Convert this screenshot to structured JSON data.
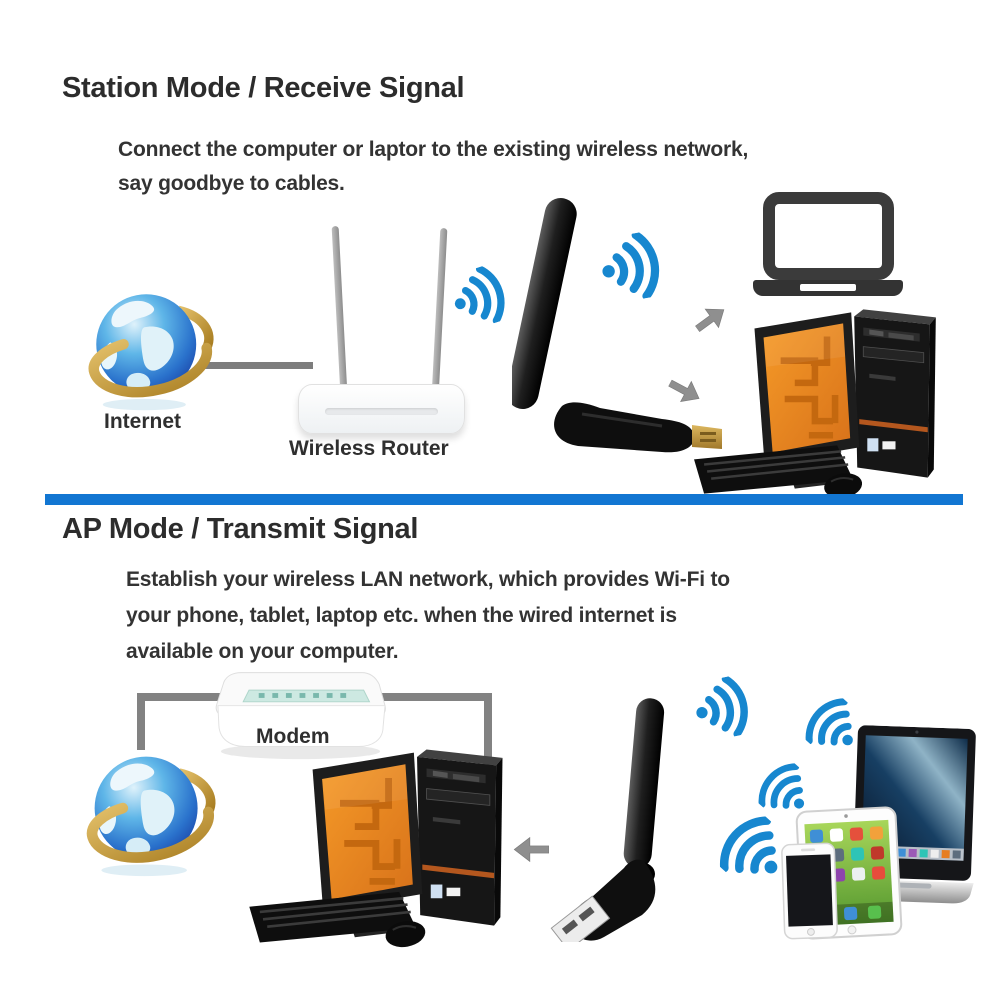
{
  "page": {
    "background": "#ffffff",
    "divider_color": "#1276d2"
  },
  "station_section": {
    "title": "Station Mode / Receive Signal",
    "description_lines": [
      "Connect the computer or laptor to the existing wireless network,",
      "say goodbye to cables."
    ],
    "internet_label": "Internet",
    "router_label": "Wireless Router"
  },
  "ap_section": {
    "title": "AP Mode / Transmit Signal",
    "description_lines": [
      "Establish your wireless LAN network, which provides Wi-Fi to",
      "your phone, tablet, laptop etc. when the wired internet is",
      "available on your computer."
    ],
    "modem_label": "Modem"
  },
  "colors": {
    "accent_blue_divider": "#1276d2",
    "wifi_signal_blue": "#1787cf",
    "monitor_screen_orange": "#e8831c",
    "globe_ring_gold": "#c79b3d",
    "connector_gold": "#c9a452"
  },
  "icons": {
    "wifi-signal-icon": "dot + three arcs (SVG arcs)",
    "globe-icon": "blue sphere with gold orbit ring",
    "laptop-icon": "rounded dark screen outline + base bar with notch",
    "arrow-icon": "solid gray block arrow",
    "usb-wifi-adapter": "black antenna dongle with USB plug"
  }
}
